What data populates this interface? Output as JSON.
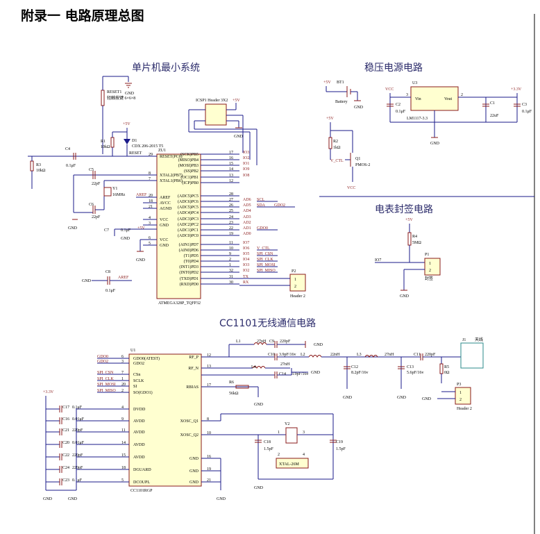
{
  "title": "附录一  电路原理总图",
  "sections": {
    "mcu": "单片机最小系统",
    "power": "稳压电源电路",
    "meter": "电表封签电路",
    "rf": "CC1101无线通信电路"
  },
  "mcu": {
    "chip_ref": "ZU1",
    "chip_name": "ATMEGA328P_TQFP32",
    "left_pins": [
      {
        "num": "29",
        "name": "RESET(PC6)"
      },
      {
        "num": "8",
        "name": "XTAL2(PB7)"
      },
      {
        "num": "7",
        "name": "XTAL1(PB6)"
      },
      {
        "num": "20",
        "name": "AREF"
      },
      {
        "num": "18",
        "name": "AVCC"
      },
      {
        "num": "21",
        "name": "AGND"
      },
      {
        "num": "4",
        "name": "VCC"
      },
      {
        "num": "3",
        "name": "GND"
      },
      {
        "num": "6",
        "name": "VCC"
      },
      {
        "num": "5",
        "name": "GND"
      }
    ],
    "right_pins": [
      {
        "num": "17",
        "name": "(SCK)PB5",
        "net": "IO3"
      },
      {
        "num": "16",
        "name": "(MISO)PB4",
        "net": "IO2"
      },
      {
        "num": "15",
        "name": "(MOSI)PB3",
        "net": "IO1"
      },
      {
        "num": "14",
        "name": "(SS)PB2",
        "net": "IO9"
      },
      {
        "num": "13",
        "name": "(OC1)PB1",
        "net": "IO8"
      },
      {
        "num": "12",
        "name": "(ICP)PB0",
        "net": ""
      },
      {
        "num": "28",
        "name": "(ADC5)PC5",
        "net": ""
      },
      {
        "num": "27",
        "name": "(ADC6)PC6",
        "net": "AD6"
      },
      {
        "num": "26",
        "name": "(ADC5)PC5",
        "net": "AD5"
      },
      {
        "num": "25",
        "name": "(ADC4)PC4",
        "net": "AD4"
      },
      {
        "num": "24",
        "name": "(ADC3)PC3",
        "net": "AD3"
      },
      {
        "num": "23",
        "name": "(ADC2)PC2",
        "net": "AD2"
      },
      {
        "num": "22",
        "name": "(ADC1)PC1",
        "net": "AD1"
      },
      {
        "num": "19",
        "name": "(ADC0)PC0",
        "net": "AD0"
      },
      {
        "num": "11",
        "name": "(AIN1)PD7",
        "net": "IO7"
      },
      {
        "num": "10",
        "name": "(AIN0)PD6",
        "net": "IO6"
      },
      {
        "num": "9",
        "name": "(T1)PD5",
        "net": "IO5"
      },
      {
        "num": "2",
        "name": "(T0)PD4",
        "net": "IO4"
      },
      {
        "num": "1",
        "name": "(INT1)PD3",
        "net": "IO3"
      },
      {
        "num": "32",
        "name": "(INT0)PD2",
        "net": "IO2"
      },
      {
        "num": "31",
        "name": "(TXD)PD1",
        "net": "TX"
      },
      {
        "num": "30",
        "name": "(RXD)PD0",
        "net": "RX"
      }
    ],
    "ext_labels": [
      "SCL",
      "SDA",
      "GDO2",
      "GDO0",
      "V_CTL",
      "SPI_CSN",
      "SPI_CLK",
      "SPI_MOSI",
      "SPI_MISO"
    ],
    "reset_btn": "RESET1",
    "reset_btn_desc": "轻触按键 6×6×8",
    "isp": "ICSP1 Header 3X2",
    "r1": "R1",
    "r1v": "10kΩ",
    "d1": "D1",
    "d1v": "CDX 206-2015 T5",
    "r3": "R3",
    "r3v": "10kΩ",
    "c4": "C4",
    "c4v": "0.1μF",
    "c5": "C5",
    "c5v": "22pF",
    "c6": "C6",
    "c6v": "22pF",
    "y1": "Y1",
    "y1v": "16MHz",
    "c7": "C7",
    "c7v": "0.1μF",
    "c8": "C8",
    "c8v": "0.1μF",
    "reset_net": "RESET",
    "aref": "AREF",
    "p2": "P2",
    "p2v": "Header 2"
  },
  "power": {
    "bt": "BT1",
    "btv": "Battery",
    "u3": "U3",
    "u3v": "LM1117-3.3",
    "vin": "Vin",
    "vout": "Vout",
    "gnd": "GND",
    "c2": "C2",
    "c2v": "0.1μF",
    "c1": "C1",
    "c1v": "22uF",
    "c3": "C3",
    "c3v": "0.1μF",
    "vcc": "VCC",
    "v33": "+3.3V",
    "p5v": "+5V",
    "r2": "R2",
    "r2v": "1kΩ",
    "q1": "Q1",
    "q1v": "PMOS-2",
    "vctl": "V_CTL"
  },
  "meter": {
    "r4": "R4",
    "r4v": "5MΩ",
    "p1": "P1",
    "p1v": "封签",
    "net": "IO7"
  },
  "rf": {
    "u1": "U1",
    "u1v": "CC1101RGP",
    "left_pins": [
      {
        "num": "6",
        "name": "GDO0(ATEST)",
        "net": "GDO0"
      },
      {
        "num": "3",
        "name": "GDO2",
        "net": "GDO2"
      },
      {
        "num": "7",
        "name": "CSn",
        "net": "SPI_CSN"
      },
      {
        "num": "1",
        "name": "SCLK",
        "net": "SPI_CLK"
      },
      {
        "num": "20",
        "name": "SI",
        "net": "SPI_MOSI"
      },
      {
        "num": "2",
        "name": "SO(GDO1)",
        "net": "SPI_MISO"
      },
      {
        "num": "4",
        "name": "DVDD",
        "net": ""
      },
      {
        "num": "9",
        "name": "AVDD",
        "net": ""
      },
      {
        "num": "11",
        "name": "AVDD",
        "net": ""
      },
      {
        "num": "14",
        "name": "AVDD",
        "net": ""
      },
      {
        "num": "15",
        "name": "AVDD",
        "net": ""
      },
      {
        "num": "18",
        "name": "DGUARD",
        "net": ""
      },
      {
        "num": "5",
        "name": "DCOUPL",
        "net": ""
      }
    ],
    "right_pins": [
      {
        "num": "12",
        "name": "RF_P"
      },
      {
        "num": "13",
        "name": "RF_N"
      },
      {
        "num": "17",
        "name": "RBIAS"
      },
      {
        "num": "8",
        "name": "XOSC_Q1"
      },
      {
        "num": "10",
        "name": "XOSC_Q2"
      },
      {
        "num": "16",
        "name": "GND"
      },
      {
        "num": "19",
        "name": "GND"
      },
      {
        "num": "21",
        "name": "GND"
      }
    ],
    "caps": [
      {
        "ref": "C17",
        "val": "0.1μF"
      },
      {
        "ref": "C16",
        "val": "0.01μF"
      },
      {
        "ref": "C21",
        "val": "220pF"
      },
      {
        "ref": "C20",
        "val": "0.01μF"
      },
      {
        "ref": "C22",
        "val": "220pF"
      },
      {
        "ref": "C24",
        "val": "220pF"
      },
      {
        "ref": "C23",
        "val": "0.1μF"
      }
    ],
    "l1": "L1",
    "l1v": "27nH",
    "c9": "C9",
    "c9v": "220pF",
    "c10": "C10",
    "c10v": "3.9pF/16v",
    "l2": "L2",
    "l2v": "22nH",
    "l4": "L4",
    "l4v": "27nH",
    "c14": "C14",
    "c14v": "3.9pF/16v",
    "l3": "L3",
    "l3v": "27nH",
    "c11": "C11",
    "c11v": "220pF",
    "c12": "C12",
    "c12v": "8.2pF/16v",
    "c13": "C13",
    "c13v": "5.6pF/16v",
    "r5": "R5",
    "r5v": "0Ω",
    "j1": "J1",
    "j1v": "天线",
    "r6": "R6",
    "r6v": "56kΩ",
    "p3": "P3",
    "p3v": "Header 2",
    "y2": "Y2",
    "xtal": "XTAL-26M",
    "c18": "C18",
    "c18v": "1.5pF",
    "c19": "C19",
    "c19v": "1.5pF",
    "v33": "+3.3V"
  },
  "labels": {
    "gnd": "GND",
    "p5v": "+5V",
    "one": "1",
    "two": "2",
    "three": "3",
    "four": "4"
  }
}
